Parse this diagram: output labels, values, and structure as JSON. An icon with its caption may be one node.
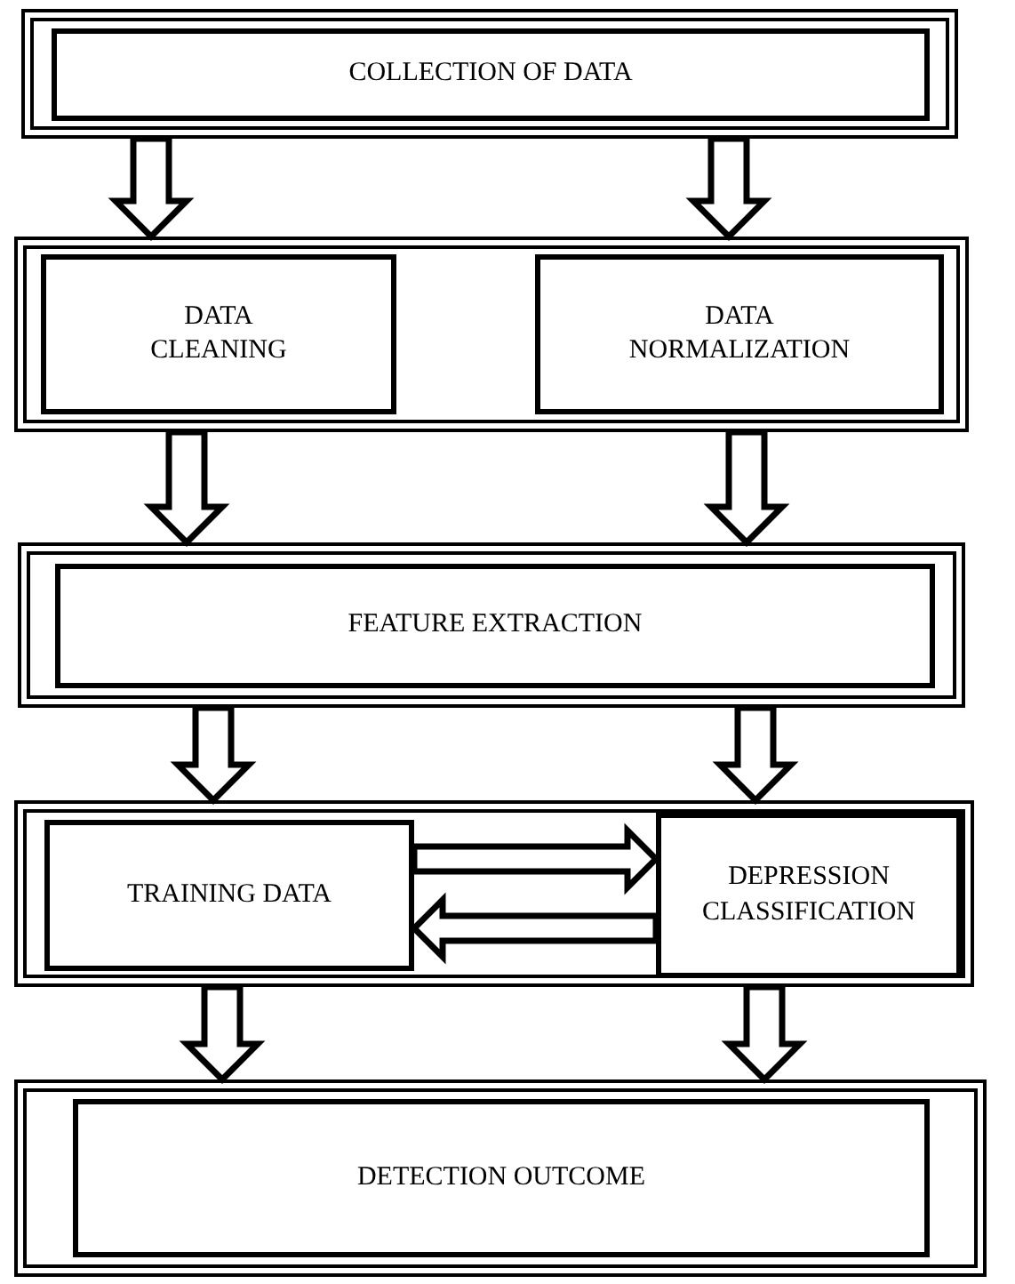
{
  "diagram": {
    "nodes": [
      {
        "text": [],
        "shape": "box"
      },
      {
        "text": [
          "COLLECTION OF DATA"
        ],
        "in": 0
      },
      {
        "text": [],
        "shape": "box"
      },
      {
        "text": [
          "DATA CLEANING"
        ],
        "in": 2
      },
      {
        "text": [
          "DATA NORMALIZATION"
        ],
        "in": 2
      },
      {
        "text": [],
        "shape": "box"
      },
      {
        "text": [
          "FEATURE EXTRACTION"
        ],
        "in": 5
      },
      {
        "text": [],
        "shape": "box"
      },
      {
        "text": [
          "TRAINING DATA"
        ],
        "in": 7
      },
      {
        "text": [
          "DEPRESSION CLASSIFICATION"
        ],
        "in": 7
      },
      {
        "text": [],
        "shape": "box"
      },
      {
        "text": [
          "DETECTION OUTCOME"
        ],
        "in": 10
      }
    ],
    "edges": [
      {
        "from": 0,
        "to": 2,
        "arrow": "to"
      },
      {
        "from": 0,
        "to": 2,
        "arrow": "to"
      },
      {
        "from": 2,
        "to": 5,
        "arrow": "to"
      },
      {
        "from": 2,
        "to": 5,
        "arrow": "to"
      },
      {
        "from": 5,
        "to": 7,
        "arrow": "to"
      },
      {
        "from": 5,
        "to": 7,
        "arrow": "to"
      },
      {
        "from": 8,
        "to": 9,
        "arrow": "to"
      },
      {
        "from": 9,
        "to": 8,
        "arrow": "to"
      },
      {
        "from": 7,
        "to": 10,
        "arrow": "to"
      },
      {
        "from": 7,
        "to": 10,
        "arrow": "to"
      }
    ]
  }
}
